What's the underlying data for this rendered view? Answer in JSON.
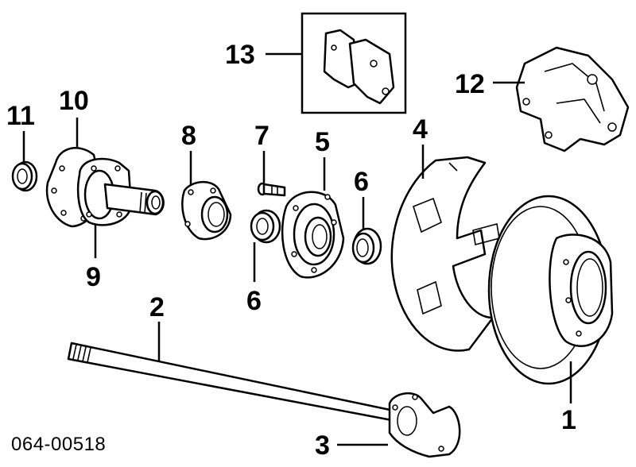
{
  "diagram": {
    "part_code": "064-00518",
    "callouts": [
      {
        "id": "1",
        "label": "1"
      },
      {
        "id": "2",
        "label": "2"
      },
      {
        "id": "3",
        "label": "3"
      },
      {
        "id": "4",
        "label": "4"
      },
      {
        "id": "5",
        "label": "5"
      },
      {
        "id": "6a",
        "label": "6"
      },
      {
        "id": "6b",
        "label": "6"
      },
      {
        "id": "7",
        "label": "7"
      },
      {
        "id": "8",
        "label": "8"
      },
      {
        "id": "9",
        "label": "9"
      },
      {
        "id": "10",
        "label": "10"
      },
      {
        "id": "11",
        "label": "11"
      },
      {
        "id": "12",
        "label": "12"
      },
      {
        "id": "13",
        "label": "13"
      }
    ]
  }
}
